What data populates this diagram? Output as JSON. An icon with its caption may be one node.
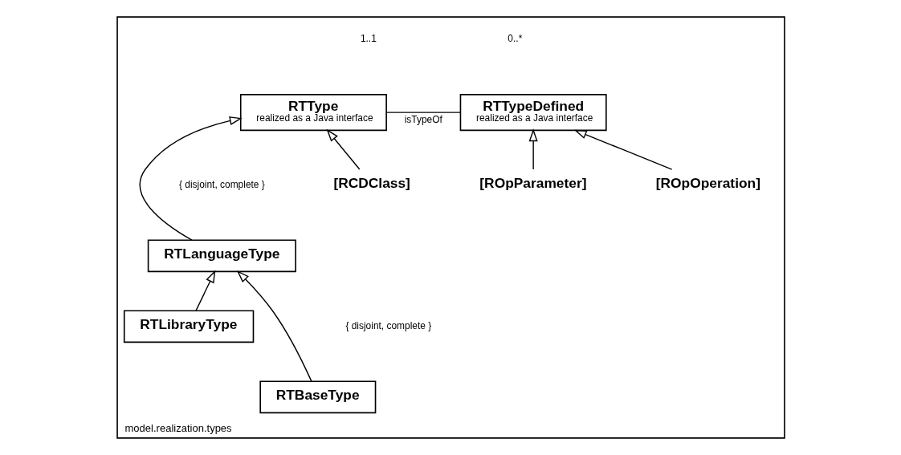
{
  "diagram": {
    "nodes": [
      {
        "text": [
          "model.realization.types"
        ]
      },
      {
        "text": [
          "RTType",
          "realized as a Java interface"
        ],
        "in": 0
      },
      {
        "text": [
          "RTTypeDefined",
          "realized as a Java interface"
        ],
        "in": 0
      },
      {
        "text": [
          "[ROpOperation]"
        ],
        "in": 0
      },
      {
        "text": [
          "[ROpParameter]"
        ],
        "in": 0
      },
      {
        "text": [
          "[RCDClass]"
        ],
        "in": 0
      },
      {
        "text": [
          "RTLanguageType"
        ],
        "in": 0
      },
      {
        "text": [
          "RTBaseType"
        ],
        "in": 0
      },
      {
        "text": [
          "RTLibraryType"
        ],
        "in": 0
      }
    ],
    "edges": [
      {
        "from": 1,
        "to": 2,
        "arrow": "none",
        "label": "isTypeOf"
      },
      {
        "from": 3,
        "to": 2,
        "arrow": "to"
      },
      {
        "from": 4,
        "to": 2,
        "arrow": "to"
      },
      {
        "from": 5,
        "to": 1,
        "arrow": "to"
      },
      {
        "from": 6,
        "to": 1,
        "arrow": "to"
      },
      {
        "from": 7,
        "to": 6,
        "arrow": "to"
      },
      {
        "from": 8,
        "to": 6,
        "arrow": "to"
      }
    ],
    "labels": [
      "1..1",
      "0..*",
      "{ disjoint, complete }",
      "{ disjoint, complete }"
    ]
  }
}
